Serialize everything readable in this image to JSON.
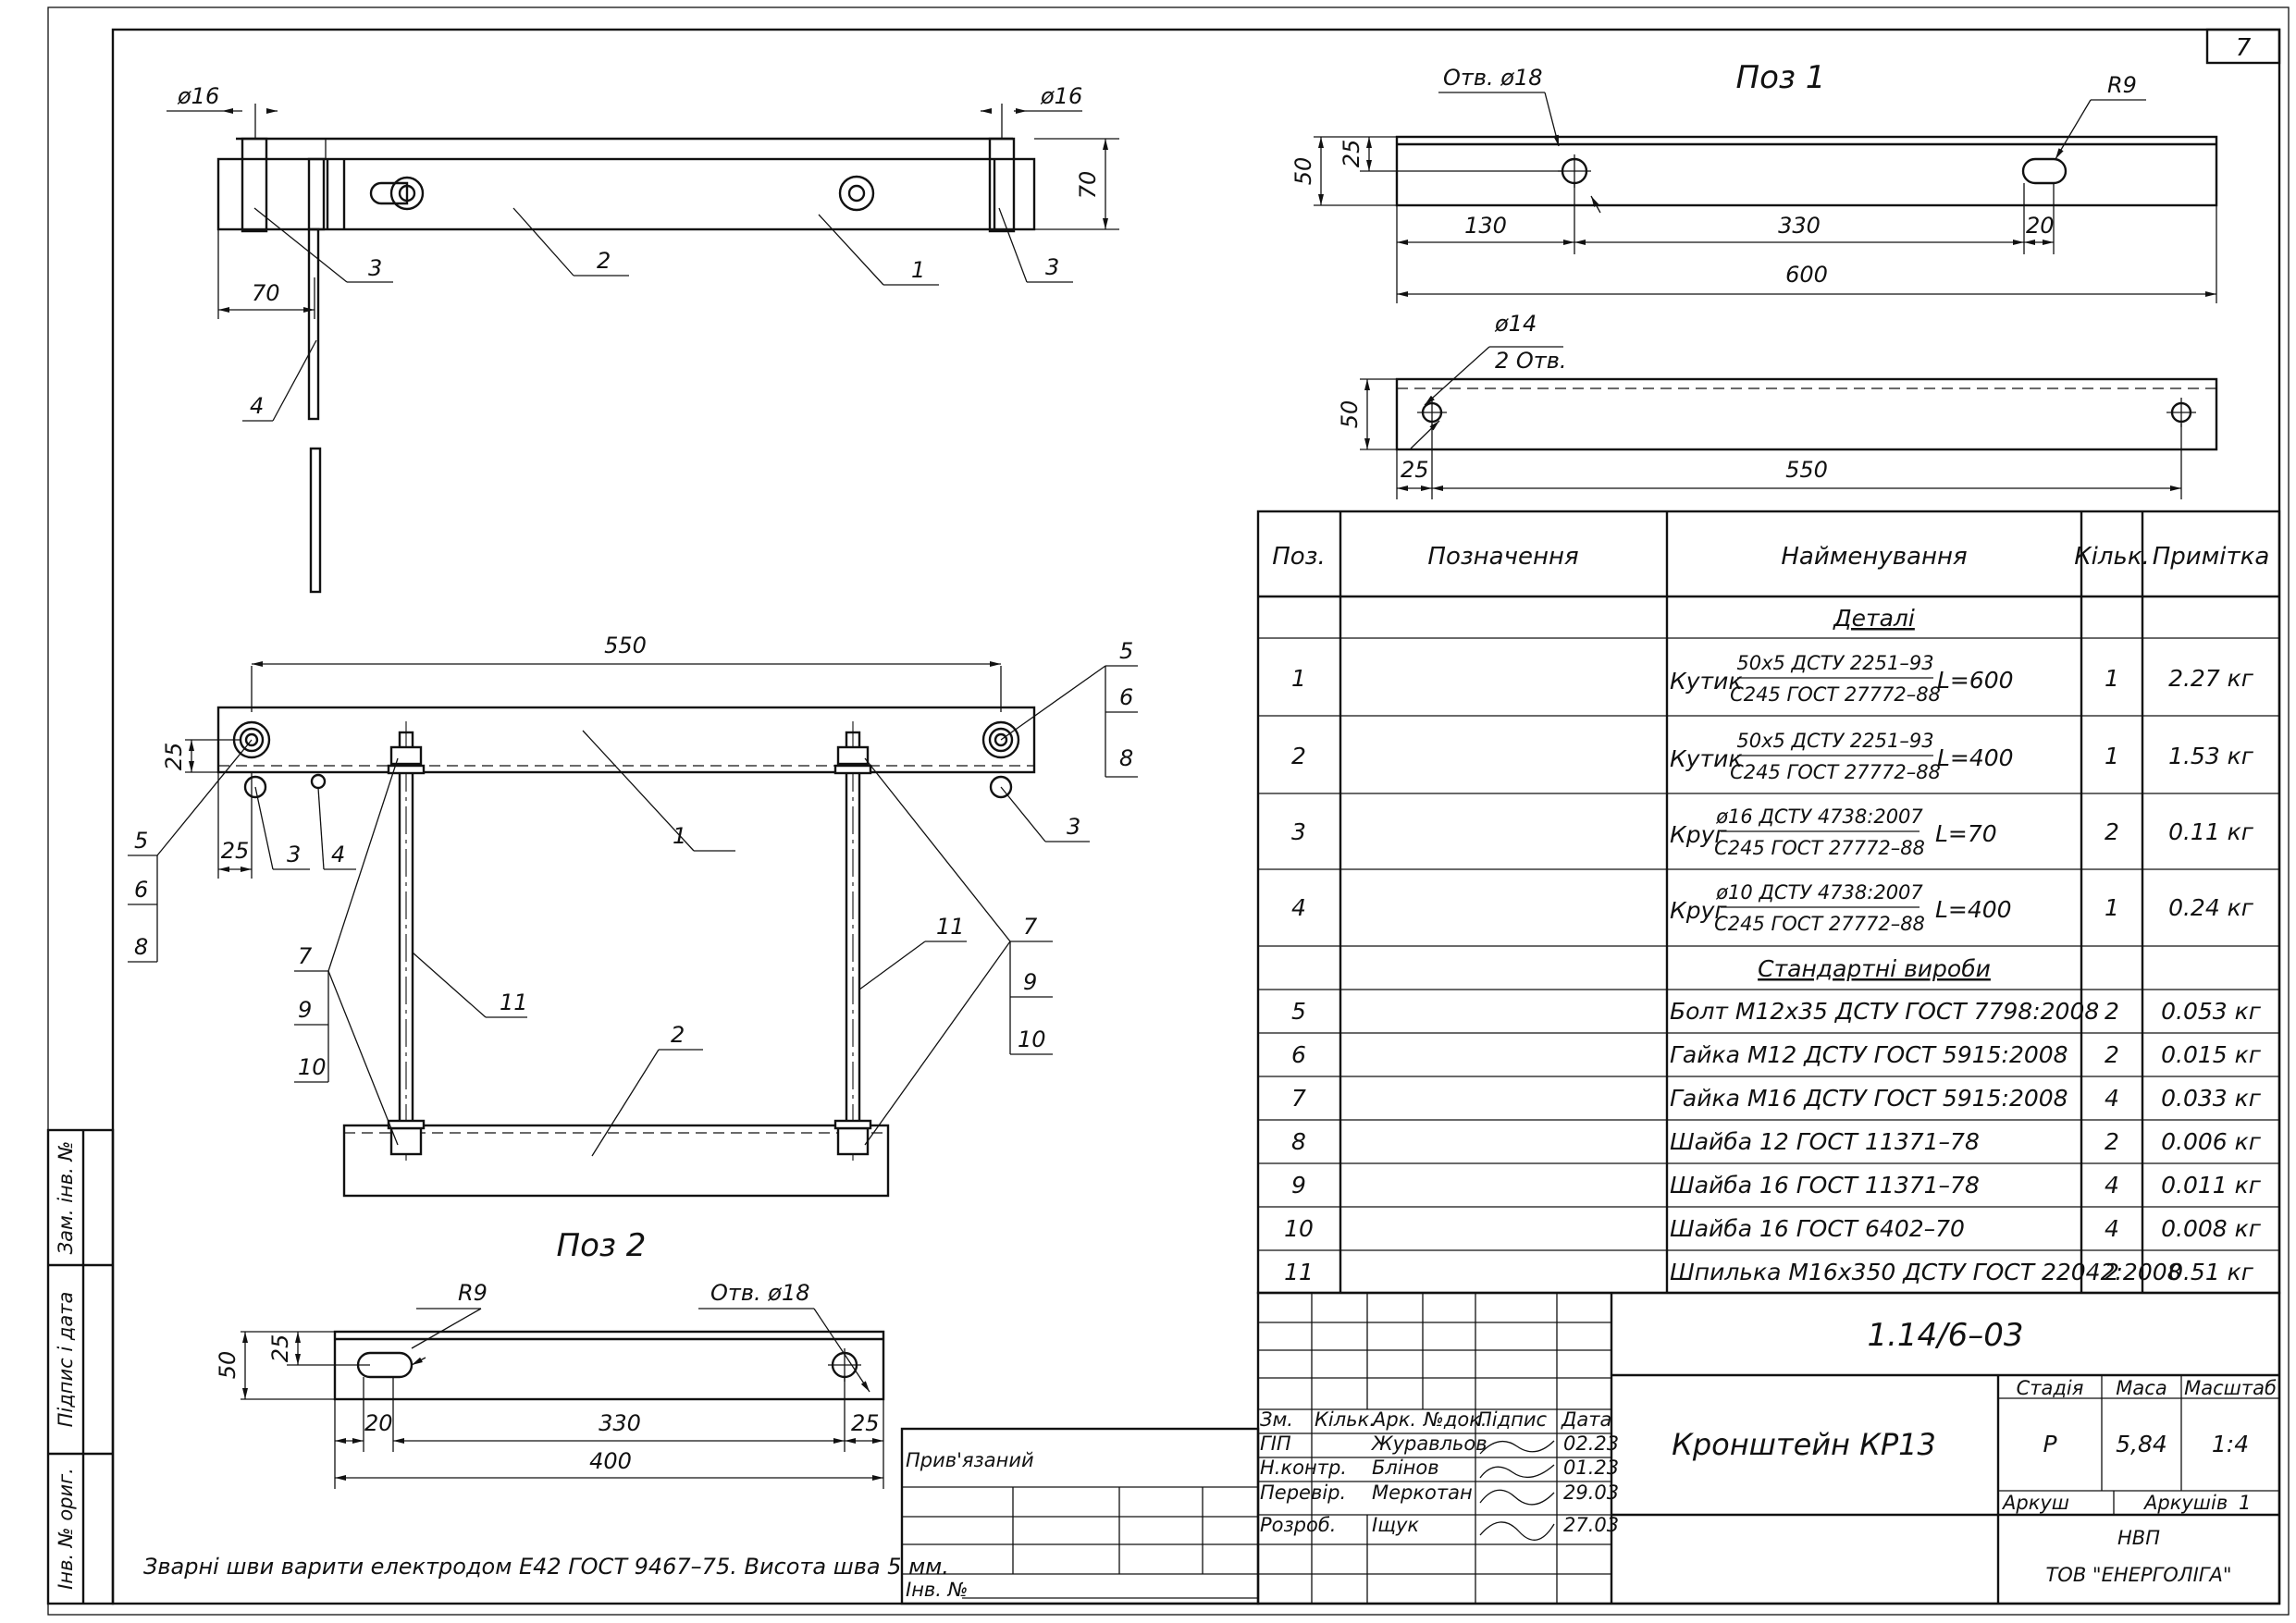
{
  "sheet": {
    "number": "7",
    "note": "Зварні шви варити електродом Е42 ГОСТ 9467–75. Висота шва 5 мм."
  },
  "top_view": {
    "dims": {
      "d16_left": "ø16",
      "d16_right": "ø16",
      "h70": "70",
      "w70": "70"
    },
    "callouts": [
      "3",
      "2",
      "1",
      "3",
      "4"
    ]
  },
  "front_view": {
    "dims": {
      "w550": "550",
      "h25": "25",
      "x25": "25"
    },
    "callouts": {
      "c5_r": "5",
      "c6_r": "6",
      "c8_r": "8",
      "c5_l": "5",
      "c6_l": "6",
      "c8_l": "8",
      "c3_l": "3",
      "c4": "4",
      "c1": "1",
      "c3_r": "3",
      "c11_l": "11",
      "c11_r": "11",
      "c2": "2",
      "c7_l": "7",
      "c9_l": "9",
      "c10_l": "10",
      "c7_r": "7",
      "c9_r": "9",
      "c10_r": "10"
    }
  },
  "poz1": {
    "title": "Поз 1",
    "dims": {
      "hole": "Отв. ø18",
      "r9": "R9",
      "h50": "50",
      "h25": "25",
      "d130": "130",
      "d330": "330",
      "d20": "20",
      "d600": "600",
      "d14": "ø14",
      "holes2": "2 Отв.",
      "h50b": "50",
      "d25": "25",
      "d550": "550"
    }
  },
  "poz2": {
    "title": "Поз 2",
    "dims": {
      "r9": "R9",
      "hole": "Отв. ø18",
      "h50": "50",
      "h25": "25",
      "d20": "20",
      "d330": "330",
      "d25": "25",
      "d400": "400"
    }
  },
  "bom": {
    "headers": {
      "pos": "Поз.",
      "designation": "Позначення",
      "name": "Найменування",
      "qty": "Кільк.",
      "note": "Примітка"
    },
    "section_details": "Деталі",
    "section_standard": "Стандартні вироби",
    "rows": [
      {
        "pos": "1",
        "prefix": "Кутик",
        "num": "50х5 ДСТУ 2251–93",
        "den": "С245 ГОСТ 27772–88",
        "len": "L=600",
        "qty": "1",
        "note": "2.27 кг"
      },
      {
        "pos": "2",
        "prefix": "Кутик",
        "num": "50х5 ДСТУ 2251–93",
        "den": "С245 ГОСТ 27772–88",
        "len": "L=400",
        "qty": "1",
        "note": "1.53 кг"
      },
      {
        "pos": "3",
        "prefix": "Круг",
        "num": "ø16 ДСТУ 4738:2007",
        "den": "С245 ГОСТ 27772–88",
        "len": "L=70",
        "qty": "2",
        "note": "0.11 кг"
      },
      {
        "pos": "4",
        "prefix": "Круг",
        "num": "ø10 ДСТУ 4738:2007",
        "den": "С245 ГОСТ 27772–88",
        "len": "L=400",
        "qty": "1",
        "note": "0.24 кг"
      }
    ],
    "std_rows": [
      {
        "pos": "5",
        "name": "Болт М12х35 ДСТУ ГОСТ 7798:2008",
        "qty": "2",
        "note": "0.053 кг"
      },
      {
        "pos": "6",
        "name": "Гайка М12 ДСТУ ГОСТ 5915:2008",
        "qty": "2",
        "note": "0.015 кг"
      },
      {
        "pos": "7",
        "name": "Гайка М16 ДСТУ ГОСТ 5915:2008",
        "qty": "4",
        "note": "0.033 кг"
      },
      {
        "pos": "8",
        "name": "Шайба 12 ГОСТ 11371–78",
        "qty": "2",
        "note": "0.006 кг"
      },
      {
        "pos": "9",
        "name": "Шайба 16 ГОСТ 11371–78",
        "qty": "4",
        "note": "0.011 кг"
      },
      {
        "pos": "10",
        "name": "Шайба 16 ГОСТ 6402–70",
        "qty": "4",
        "note": "0.008 кг"
      },
      {
        "pos": "11",
        "name": "Шпилька М16х350 ДСТУ ГОСТ 22042:2008",
        "qty": "2",
        "note": "0.51 кг"
      }
    ]
  },
  "title_block": {
    "code": "1.14/6–03",
    "product": "Кронштейн КР13",
    "col_heads": {
      "zm": "Зм.",
      "kilk": "Кільк.",
      "ark": "Арк.",
      "ndok": "№док.",
      "pidpys": "Підпис",
      "data": "Дата"
    },
    "roles": [
      {
        "role": "ГІП",
        "name": "Журавльов",
        "date": "02.23"
      },
      {
        "role": "Н.контр.",
        "name": "Блінов",
        "date": "01.23"
      },
      {
        "role": "Перевір.",
        "name": "Меркотан",
        "date": "29.03"
      },
      {
        "role": "Розроб.",
        "name": "Іщук",
        "date": "27.03"
      }
    ],
    "stage_label": "Стадія",
    "mass_label": "Маса",
    "scale_label": "Масштаб",
    "stage": "Р",
    "mass": "5,84",
    "scale": "1:4",
    "sheet_label": "Аркуш",
    "sheets_label": "Аркушів",
    "sheets": "1",
    "org1": "НВП",
    "org2": "ТОВ \"ЕНЕРГОЛІГА\""
  },
  "side_stamp": {
    "zam": "Зам. інв. №",
    "pidpys": "Підпис і дата",
    "inv": "Інв. № ориг."
  },
  "privyaz": {
    "label": "Прив'язаний",
    "inv": "Інв. №"
  }
}
